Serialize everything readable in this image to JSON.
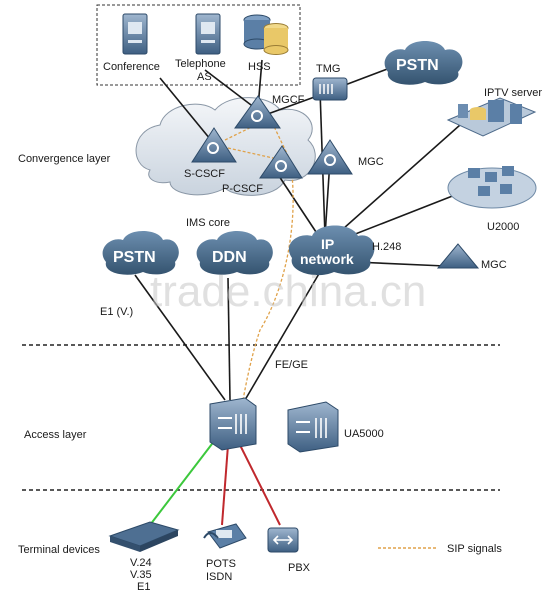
{
  "layers": {
    "convergence": "Convergence layer",
    "access": "Access layer",
    "terminal": "Terminal devices"
  },
  "app_servers": {
    "conference": "Conference",
    "telephone_as_1": "Telephone",
    "telephone_as_2": "AS",
    "hss": "HSS"
  },
  "core": {
    "tmg": "TMG",
    "mgcf": "MGCF",
    "s_cscf": "S-CSCF",
    "p_cscf": "P-CSCF",
    "ims_core": "IMS core",
    "mgc": "MGC",
    "pstn_top": "PSTN",
    "iptv_server": "IPTV server",
    "u2000": "U2000",
    "ip_network_1": "IP",
    "ip_network_2": "network",
    "h248": "H.248",
    "mgc_right": "MGC",
    "pstn_left": "PSTN",
    "ddn": "DDN",
    "e1_partial": "E1 (V.)"
  },
  "access": {
    "fe_ge": "FE/GE",
    "ua5000": "UA5000"
  },
  "terminal": {
    "v24": "V.24",
    "v35": "V.35",
    "e1": "E1",
    "pots": "POTS",
    "isdn": "ISDN",
    "pbx": "PBX"
  },
  "legend": {
    "sip_signals": "SIP signals"
  },
  "watermark": "trade.china.cn",
  "colors": {
    "cloud_blue": "#4a6f8f",
    "link_black": "#1a1a1a",
    "sip_orange": "#e0a24a",
    "green_link": "#3cc83c",
    "red_link": "#c0282d",
    "device_blue": "#5b7fa6"
  }
}
